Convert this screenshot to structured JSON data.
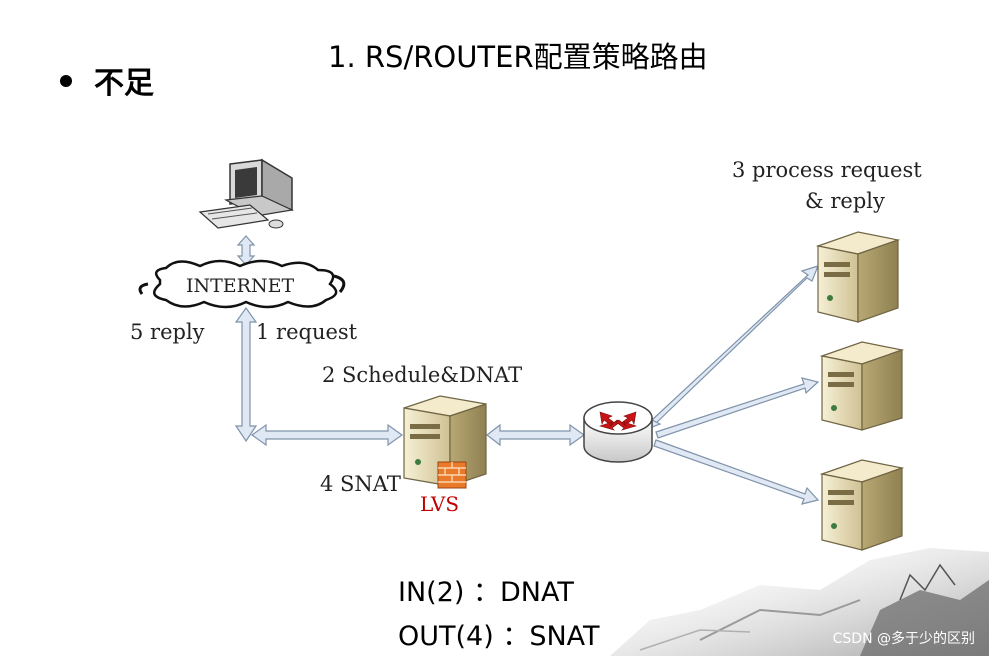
{
  "slide": {
    "bullet_label": "不足",
    "heading": "1. RS/ROUTER配置策略路由"
  },
  "diagram": {
    "cloud_label": "INTERNET",
    "reply_label": "5 reply",
    "request_label": "1 request",
    "schedule_label": "2 Schedule&DNAT",
    "snat_label": "4 SNAT",
    "lvs_label": "LVS",
    "process_label_line1": "3 process request",
    "process_label_line2": "& reply"
  },
  "notes": {
    "in_line": "IN(2) ：DNAT",
    "out_line": "OUT(4) ：SNAT"
  },
  "watermark": "CSDN @多于少的区别",
  "colors": {
    "arrow_fill": "#dfe8f3",
    "arrow_stroke": "#7f93ab",
    "server_body": "#e9dfb8",
    "server_dark": "#8a7c4e",
    "lvs_red": "#c00000",
    "router_arrows": "#c81414"
  }
}
